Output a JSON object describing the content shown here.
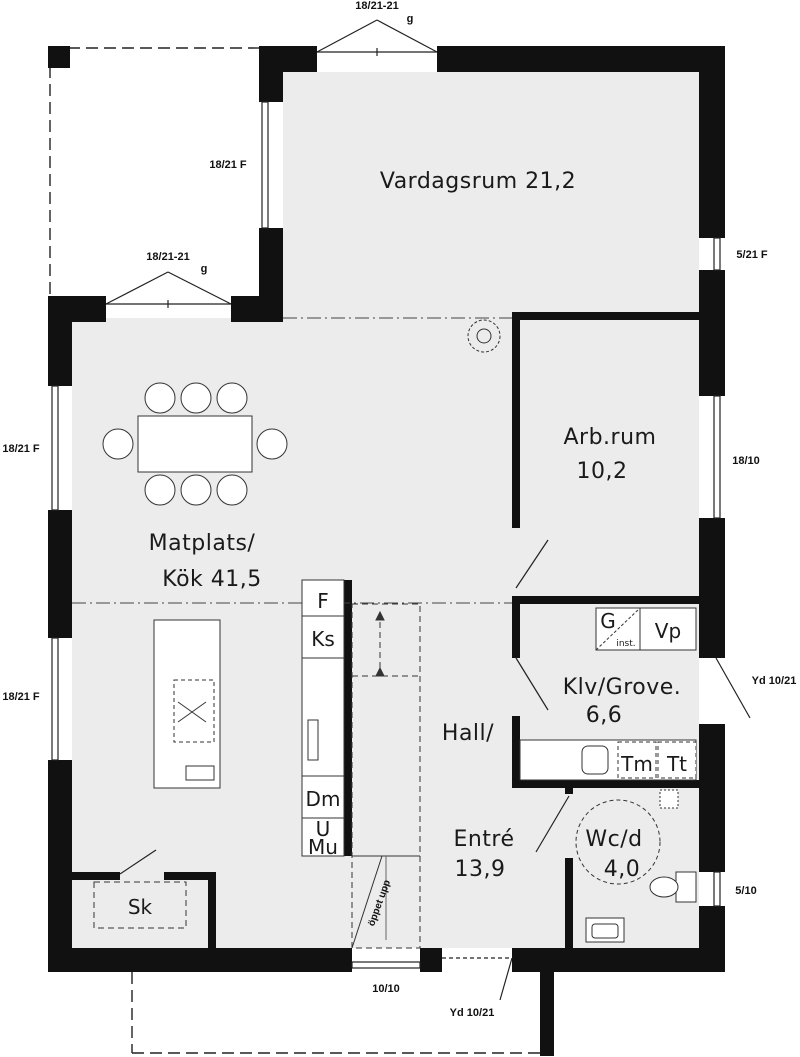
{
  "colors": {
    "wall": "#111111",
    "floor": "#ececec",
    "line": "#222222",
    "background": "#ffffff"
  },
  "rooms": {
    "vardagsrum": "Vardagsrum 21,2",
    "arbrum_name": "Arb.rum",
    "arbrum_area": "10,2",
    "matplats_line1": "Matplats/",
    "matplats_line2": "Kök 41,5",
    "klv_name": "Klv/Grove.",
    "klv_area": "6,6",
    "hall_line1": "Hall/",
    "hall_line2": "Entré",
    "hall_area": "13,9",
    "wc_name": "Wc/d",
    "wc_area": "4,0"
  },
  "fixtures": {
    "sk": "Sk",
    "f": "F",
    "ks": "Ks",
    "dm": "Dm",
    "u": "U",
    "mu": "Mu",
    "g": "G",
    "inst": "inst.",
    "vp": "Vp",
    "tm": "Tm",
    "tt": "Tt"
  },
  "windows": {
    "top": "18/21-21",
    "top_g": "g",
    "upper_mid": "18/21-21",
    "upper_mid_g": "g",
    "left_upper_porch": "18/21 F",
    "right_upper": "5/21 F",
    "left_middle": "18/21 F",
    "right_middle": "18/10",
    "left_lower": "18/21 F",
    "right_lower_door": "Yd 10/21",
    "right_wc": "5/10",
    "bottom_window": "10/10",
    "bottom_door": "Yd 10/21"
  },
  "stairs": {
    "label": "öppet upp"
  }
}
